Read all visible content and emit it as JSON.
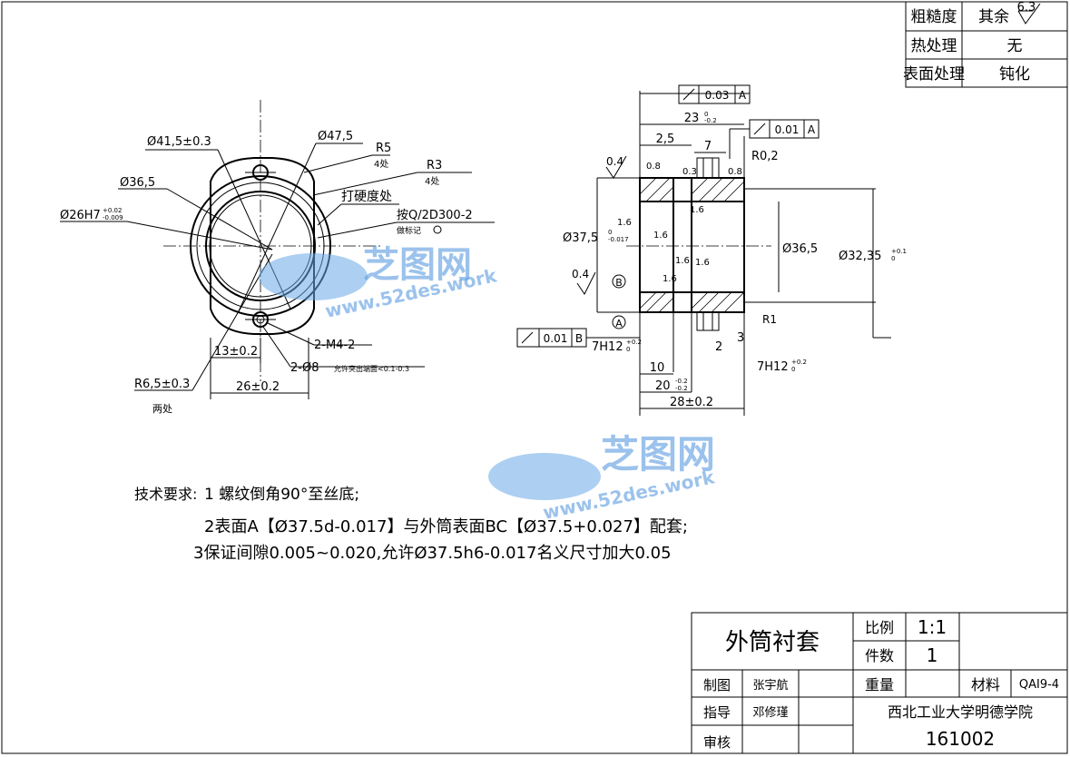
{
  "top_table": {
    "rows": [
      {
        "label": "粗糙度",
        "value": "其余",
        "roughness": "6.3"
      },
      {
        "label": "热处理",
        "value": "无"
      },
      {
        "label": "表面处理",
        "value": "钝化"
      }
    ]
  },
  "front_view": {
    "dims": {
      "d41": "Ø41,5±0.3",
      "d47": "Ø47,5",
      "r5": "R5",
      "r5_note": "4处",
      "r3": "R3",
      "r3_note": "4处",
      "d365": "Ø36,5",
      "d26": "Ø26H7",
      "d26_tol_up": "+0.02",
      "d26_tol_low": "-0.009",
      "hardness": "打硬度处",
      "std": "按Q/2D300-2",
      "mark": "做标记",
      "m4": "2-M4-2",
      "d8": "2-Ø8",
      "d8_note": "允许突出端面<0.1-0.3",
      "w13": "13±0.2",
      "r65": "R6,5±0.3",
      "r65_note": "两处",
      "w26": "26±0.2"
    }
  },
  "section_view": {
    "dims": {
      "runout_top": "0.03",
      "runout_top_ref": "A",
      "l23": "23",
      "l23_tol_up": "0",
      "l23_tol_low": "-0.2",
      "runout_mid": "0.01",
      "runout_mid_ref": "A",
      "l25": "2,5",
      "l7": "7",
      "r02": "R0,2",
      "c08": "0.8",
      "c08b": "0.8",
      "c03": "0.3",
      "ra04_top": "0.4",
      "ra16_a": "1.6",
      "ra16_b": "1.6",
      "ra16_c": "1.6",
      "ra16_d": "1.6",
      "ra16_e": "1.6",
      "ra16_f": "1.6",
      "d375": "Ø37,5",
      "d375_tol_up": "0",
      "d375_tol_low": "-0.017",
      "d365": "Ø36,5",
      "d3235": "Ø32,35",
      "d3235_tol_up": "+0.1",
      "d3235_tol_low": "0",
      "ra04_mid": "0.4",
      "datum_b": "B",
      "datum_a": "A",
      "runout_bot": "0.01",
      "runout_bot_ref": "B",
      "h7h12_left": "7H12",
      "h7h12_left_tol": "+0.2",
      "h7h12_left_tol0": "0",
      "l2": "2",
      "l3": "3",
      "r1": "R1",
      "l10": "10",
      "h7h12_right": "7H12",
      "h7h12_right_tol": "+0.2",
      "h7h12_right_tol0": "0",
      "l20": "20",
      "l20_tol_up": "-0.2",
      "l20_tol_low": "-0.2",
      "l28": "28±0.2"
    }
  },
  "notes": {
    "line1_prefix": "技术要求:",
    "line1": "1 螺纹倒角90°至丝底;",
    "line2": "2表面A【Ø37.5d-0.017】与外筒表面BC【Ø37.5+0.027】配套;",
    "line3": "3保证间隙0.005~0.020,允许Ø37.5h6-0.017名义尺寸加大0.05"
  },
  "title_block": {
    "part_name": "外筒衬套",
    "scale_label": "比例",
    "scale_value": "1:1",
    "qty_label": "件数",
    "qty_value": "1",
    "drawn_label": "制图",
    "drawn_by": "张宇航",
    "weight_label": "重量",
    "material_label": "材料",
    "material_value": "QAI9-4",
    "guide_label": "指导",
    "guide_by": "邓修瑾",
    "school": "西北工业大学明德学院",
    "review_label": "审核",
    "number": "161002"
  },
  "watermark": {
    "brand": "芝图网",
    "url": "www.52des.work"
  }
}
